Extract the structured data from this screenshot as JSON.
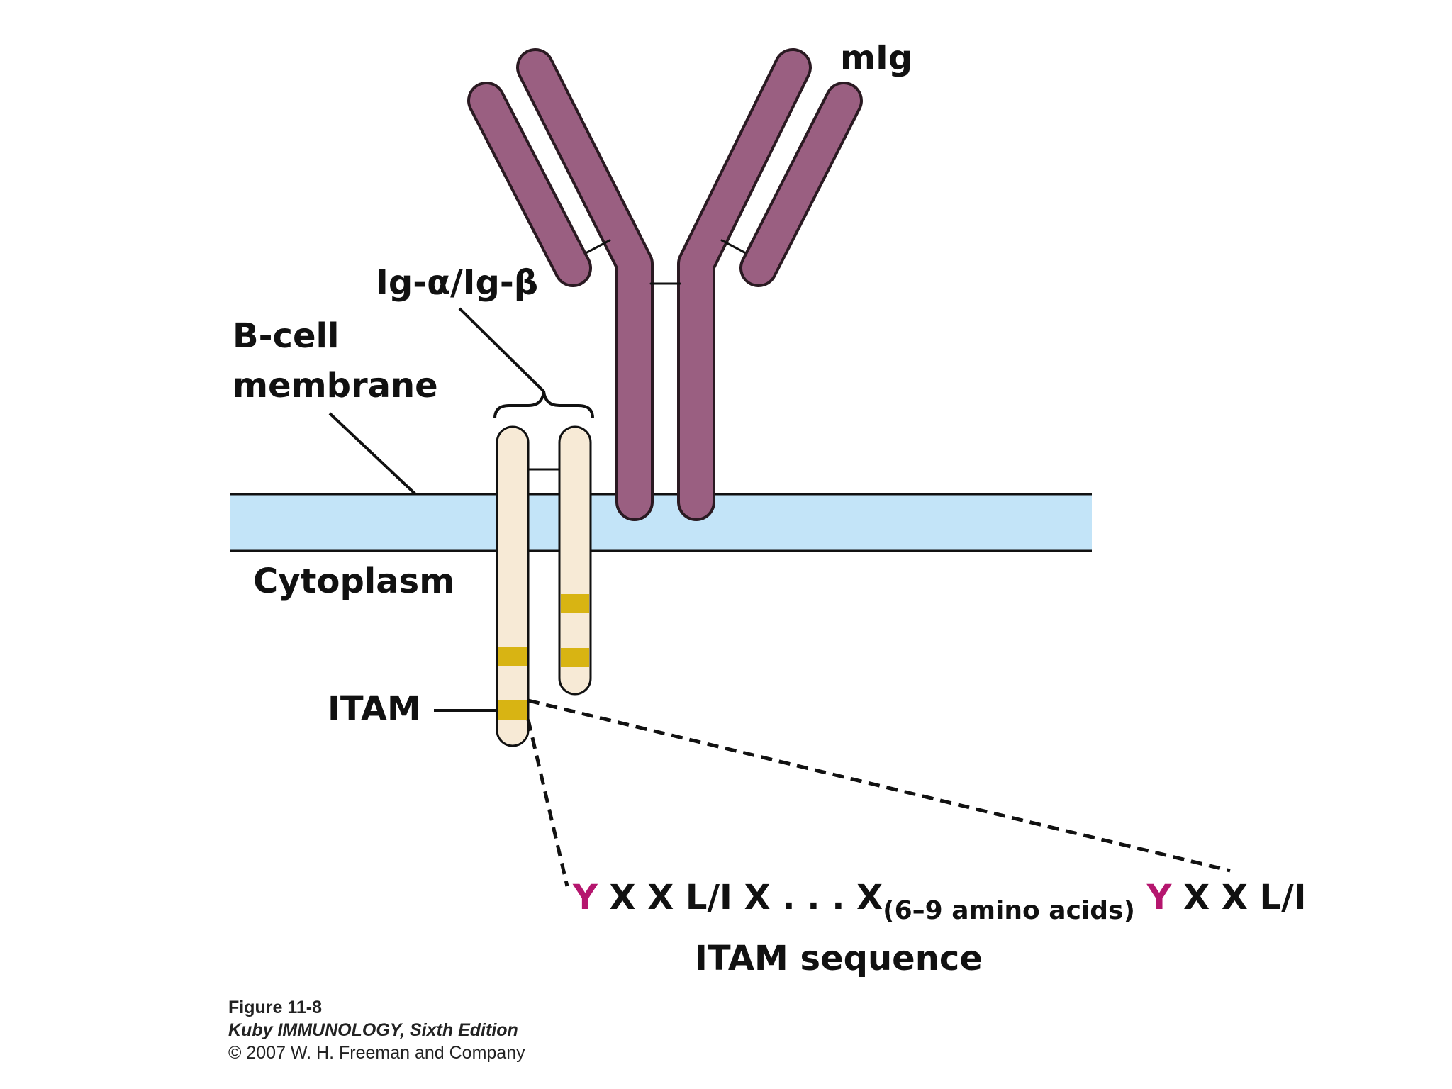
{
  "labels": {
    "mig": "mIg",
    "ig_alpha_beta": "Ig-α/Ig-β",
    "bcell_line1": "B-cell",
    "bcell_line2": "membrane",
    "cytoplasm": "Cytoplasm",
    "itam": "ITAM"
  },
  "sequence": {
    "y1": "Y",
    "mid1": " X X L/I X . . . X",
    "sub": "(6–9 amino acids)",
    "y2": " Y",
    "mid2": " X X L/I",
    "title": "ITAM sequence"
  },
  "caption": {
    "figure": "Figure 11-8",
    "book": "Kuby IMMUNOLOGY, Sixth Edition",
    "copyright": "© 2007 W. H. Freeman and Company"
  },
  "colors": {
    "antibody": "#9a5f81",
    "membrane": "#c3e4f8",
    "chain_fill": "#f7ead6",
    "itam_band": "#d8b413",
    "tyrosine": "#b5166e"
  }
}
